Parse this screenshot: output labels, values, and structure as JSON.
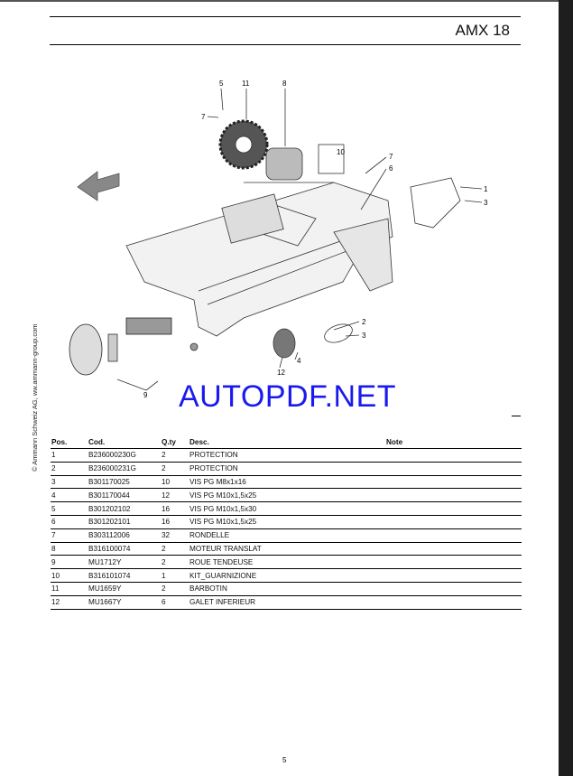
{
  "header": {
    "title": "AMX 18"
  },
  "side_text": "© Ammann Schweiz AG, ww.ammann-group.com",
  "watermark": "AUTOPDF.NET",
  "diagram": {
    "callouts": [
      "1",
      "2",
      "3",
      "3",
      "4",
      "5",
      "6",
      "7",
      "7",
      "8",
      "9",
      "10",
      "11",
      "12"
    ]
  },
  "table": {
    "headers": [
      "Pos.",
      "Cod.",
      "Q.ty",
      "Desc.",
      "Note"
    ],
    "rows": [
      [
        "1",
        "B236000230G",
        "2",
        "PROTECTION",
        ""
      ],
      [
        "2",
        "B236000231G",
        "2",
        "PROTECTION",
        ""
      ],
      [
        "3",
        "B301170025",
        "10",
        "VIS PG M8x1x16",
        ""
      ],
      [
        "4",
        "B301170044",
        "12",
        "VIS PG M10x1,5x25",
        ""
      ],
      [
        "5",
        "B301202102",
        "16",
        "VIS PG M10x1,5x30",
        ""
      ],
      [
        "6",
        "B301202101",
        "16",
        "VIS PG M10x1,5x25",
        ""
      ],
      [
        "7",
        "B303112006",
        "32",
        "RONDELLE",
        ""
      ],
      [
        "8",
        "B316100074",
        "2",
        "MOTEUR TRANSLAT",
        ""
      ],
      [
        "9",
        "MU1712Y",
        "2",
        "ROUE TENDEUSE",
        ""
      ],
      [
        "10",
        "B316101074",
        "1",
        "KIT_GUARNIZIONE",
        ""
      ],
      [
        "11",
        "MU1659Y",
        "2",
        "BARBOTIN",
        ""
      ],
      [
        "12",
        "MU1667Y",
        "6",
        "GALET INFERIEUR",
        ""
      ]
    ]
  },
  "footer": {
    "page_number": "5"
  }
}
